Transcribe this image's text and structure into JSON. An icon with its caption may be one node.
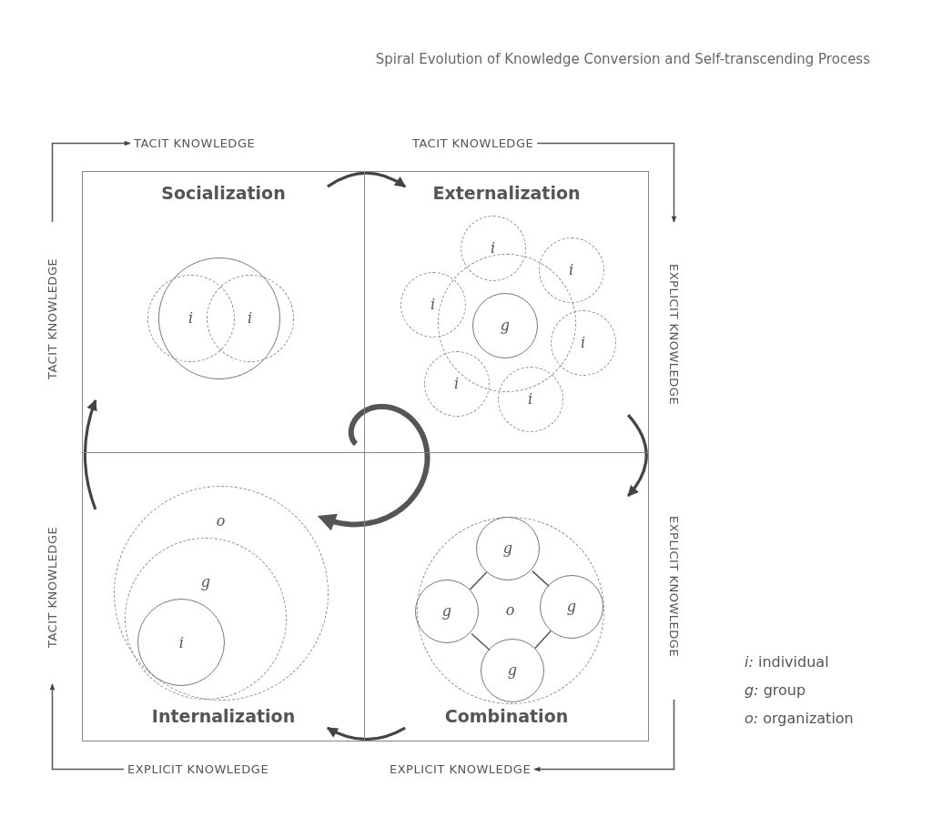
{
  "diagram": {
    "title": "Spiral Evolution of Knowledge Conversion and Self-transcending Process",
    "nodes": [
      {
        "text": [
          "TACIT KNOWLEDGE"
        ]
      },
      {
        "text": [
          "TACIT KNOWLEDGE"
        ]
      },
      {
        "text": [
          "TACIT KNOWLEDGE"
        ]
      },
      {
        "text": [
          "EXPLICIT KNOWLEDGE"
        ]
      },
      {
        "text": [
          "TACIT KNOWLEDGE"
        ]
      },
      {
        "text": [
          "EXPLICIT KNOWLEDGE"
        ]
      },
      {
        "text": [
          "EXPLICIT KNOWLEDGE"
        ]
      },
      {
        "text": [
          "EXPLICIT KNOWLEDGE"
        ]
      },
      {
        "text": [
          "Socialization"
        ]
      },
      {
        "text": [
          "Externalization"
        ]
      },
      {
        "text": [
          "Internalization"
        ]
      },
      {
        "text": [
          "Combination"
        ]
      },
      {
        "text": [
          "i"
        ],
        "in": 8
      },
      {
        "text": [
          "i"
        ],
        "in": 8
      },
      {
        "text": [],
        "shape": "circle",
        "in": 8
      },
      {
        "text": [],
        "shape": "circle",
        "in": 9
      },
      {
        "text": [
          "g"
        ],
        "in": 15
      },
      {
        "text": [
          "i"
        ],
        "in": 9
      },
      {
        "text": [
          "i"
        ],
        "in": 9
      },
      {
        "text": [
          "i"
        ],
        "in": 9
      },
      {
        "text": [
          "i"
        ],
        "in": 9
      },
      {
        "text": [
          "i"
        ],
        "in": 9
      },
      {
        "text": [
          "i"
        ],
        "in": 9
      },
      {
        "text": [
          "o"
        ],
        "in": 11
      },
      {
        "text": [
          "g"
        ],
        "in": 23
      },
      {
        "text": [
          "g"
        ],
        "in": 23
      },
      {
        "text": [
          "g"
        ],
        "in": 23
      },
      {
        "text": [
          "g"
        ],
        "in": 23
      },
      {
        "text": [
          "o"
        ],
        "in": 10
      },
      {
        "text": [
          "g"
        ],
        "in": 28
      },
      {
        "text": [
          "i"
        ],
        "in": 29
      }
    ],
    "edges": [
      {
        "from": 2,
        "to": 0,
        "arrow": "to"
      },
      {
        "from": 1,
        "to": 3,
        "arrow": "to"
      },
      {
        "from": 5,
        "to": 7,
        "arrow": "to"
      },
      {
        "from": 6,
        "to": 4,
        "arrow": "to"
      },
      {
        "from": 8,
        "to": 9,
        "arrow": "to",
        "style": "thick"
      },
      {
        "from": 9,
        "to": 11,
        "arrow": "to",
        "style": "thick"
      },
      {
        "from": 11,
        "to": 10,
        "arrow": "to",
        "style": "thick"
      },
      {
        "from": 10,
        "to": 8,
        "arrow": "to",
        "style": "thick"
      },
      {
        "from": 24,
        "to": 25,
        "arrow": "none"
      },
      {
        "from": 24,
        "to": 26,
        "arrow": "none"
      },
      {
        "from": 25,
        "to": 27,
        "arrow": "none"
      },
      {
        "from": 26,
        "to": 27,
        "arrow": "none"
      }
    ],
    "legend": [
      {
        "text": "*i:* individual"
      },
      {
        "text": "*g:* group"
      },
      {
        "text": "*o:* organization"
      }
    ]
  }
}
